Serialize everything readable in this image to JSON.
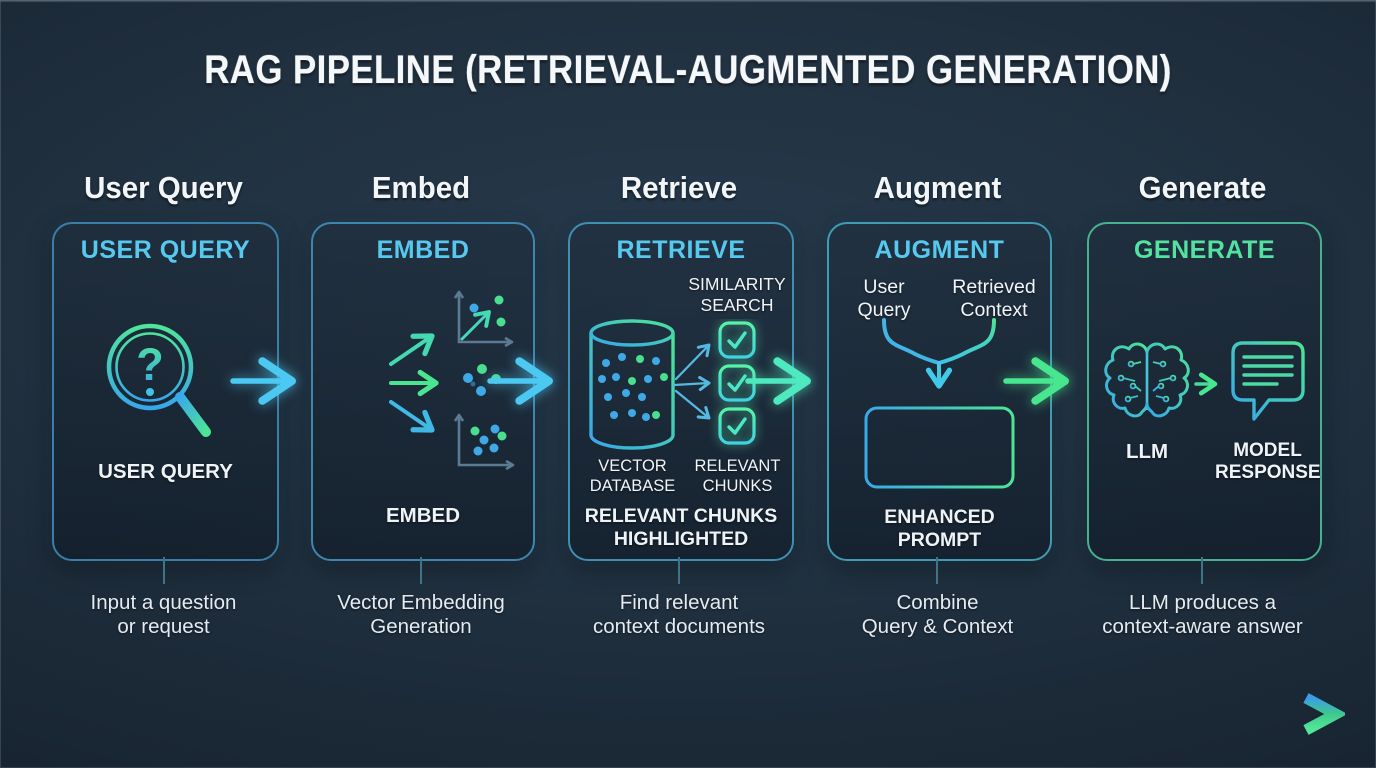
{
  "title": "RAG PIPELINE (RETRIEVAL-AUGMENTED GENERATION)",
  "colors": {
    "background": "#1f2e3d",
    "accent_cyan": "#57c9ef",
    "accent_green": "#54e2a1",
    "arrow_cyan": "#4cc9f2",
    "arrow_teal": "#4fe9c0",
    "arrow_green": "#47e68f",
    "dot_blue": "#3fa9e8",
    "dot_green": "#4ade8f",
    "card_border_blue": "#3f90b0",
    "card_border_green": "#46b191",
    "text_primary": "#eef3f7"
  },
  "icons": {
    "stage1": "magnifier-question-icon",
    "stage2": "text-to-vectors-icon",
    "stage3": "vector-database-icon",
    "stage3b": "checked-chunks-icon",
    "stage4": "merge-arrows-icon",
    "stage4b": "enhanced-prompt-icon",
    "stage5": "brain-circuit-icon",
    "stage5b": "speech-bubble-icon",
    "logo": "chevron-right-logo"
  },
  "stages": [
    {
      "heading": "User Query",
      "card_title": "USER QUERY",
      "icon_caption": "USER QUERY",
      "description": "Input a question\nor request"
    },
    {
      "heading": "Embed",
      "card_title": "EMBED",
      "icon_caption": "EMBED",
      "description": "Vector Embedding\nGeneration"
    },
    {
      "heading": "Retrieve",
      "card_title": "RETRIEVE",
      "similarity_search_label": "SIMILARITY\nSEARCH",
      "vector_database_label": "VECTOR\nDATABASE",
      "relevant_chunks_label": "RELEVANT\nCHUNKS",
      "icon_caption": "RELEVANT CHUNKS\nHIGHLIGHTED",
      "description": "Find relevant\ncontext documents"
    },
    {
      "heading": "Augment",
      "card_title": "AUGMENT",
      "user_query_label": "User\nQuery",
      "retrieved_context_label": "Retrieved\nContext",
      "icon_caption": "ENHANCED\nPROMPT",
      "description": "Combine\nQuery & Context"
    },
    {
      "heading": "Generate",
      "card_title": "GENERATE",
      "llm_label": "LLM",
      "model_response_label": "MODEL\nRESPONSE",
      "description": "LLM produces a\ncontext-aware answer"
    }
  ]
}
